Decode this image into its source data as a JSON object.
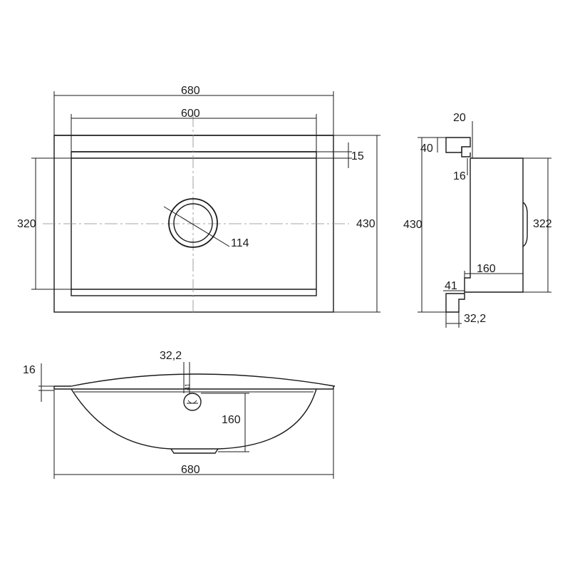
{
  "top_view": {
    "width_outer": "680",
    "width_inner": "600",
    "height_outer": "430",
    "height_inner": "320",
    "ledge": "15",
    "drain_diameter": "114"
  },
  "side_view": {
    "top_step": "20",
    "top_depth": "40",
    "top_thickness": "16",
    "total_height": "430",
    "body_height": "322",
    "bowl_depth": "160",
    "bottom_depth": "41",
    "bottom_width": "32,2"
  },
  "front_view": {
    "rim_thickness": "16",
    "overflow_height": "32,2",
    "overflow_small": "41",
    "bowl_depth": "160",
    "total_width": "680"
  }
}
